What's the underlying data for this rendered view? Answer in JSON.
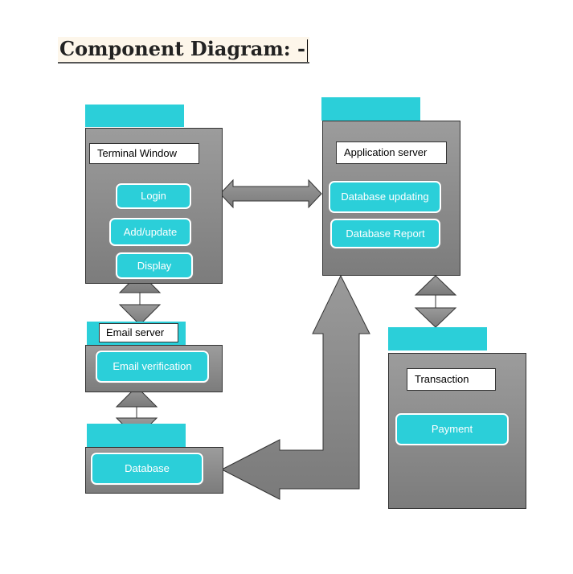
{
  "title": "Component Diagram: -",
  "components": {
    "terminal": {
      "label": "Terminal Window",
      "items": [
        "Login",
        "Add/update",
        "Display"
      ]
    },
    "app_server": {
      "label": "Application server",
      "items": [
        "Database updating",
        "Database Report"
      ]
    },
    "email_server": {
      "label": "Email server",
      "items": [
        "Email verification"
      ]
    },
    "database": {
      "items": [
        "Database"
      ]
    },
    "transaction": {
      "label": "Transaction",
      "items": [
        "Payment"
      ]
    }
  },
  "colors": {
    "accent": "#2bcfd9",
    "box_fill_top": "#9c9c9c",
    "box_fill_bottom": "#7c7c7c",
    "arrow_fill": "#8a8a8a"
  }
}
